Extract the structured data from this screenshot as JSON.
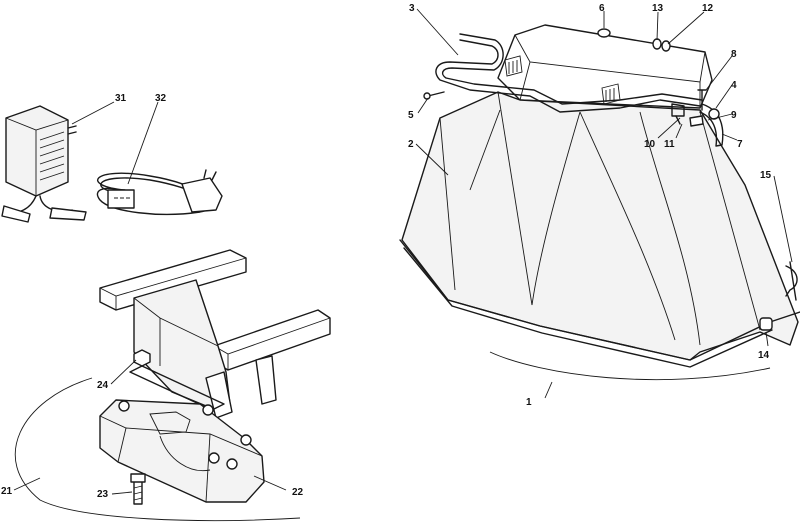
{
  "callouts": [
    {
      "id": "1",
      "label": "1"
    },
    {
      "id": "2",
      "label": "2"
    },
    {
      "id": "3",
      "label": "3"
    },
    {
      "id": "4",
      "label": "4"
    },
    {
      "id": "5",
      "label": "5"
    },
    {
      "id": "6",
      "label": "6"
    },
    {
      "id": "7",
      "label": "7"
    },
    {
      "id": "8",
      "label": "8"
    },
    {
      "id": "9",
      "label": "9"
    },
    {
      "id": "10",
      "label": "10"
    },
    {
      "id": "11",
      "label": "11"
    },
    {
      "id": "12",
      "label": "12"
    },
    {
      "id": "13",
      "label": "13"
    },
    {
      "id": "14",
      "label": "14"
    },
    {
      "id": "15",
      "label": "15"
    },
    {
      "id": "21",
      "label": "21"
    },
    {
      "id": "22",
      "label": "22"
    },
    {
      "id": "23",
      "label": "23"
    },
    {
      "id": "24",
      "label": "24"
    },
    {
      "id": "31",
      "label": "31"
    },
    {
      "id": "32",
      "label": "32"
    }
  ]
}
